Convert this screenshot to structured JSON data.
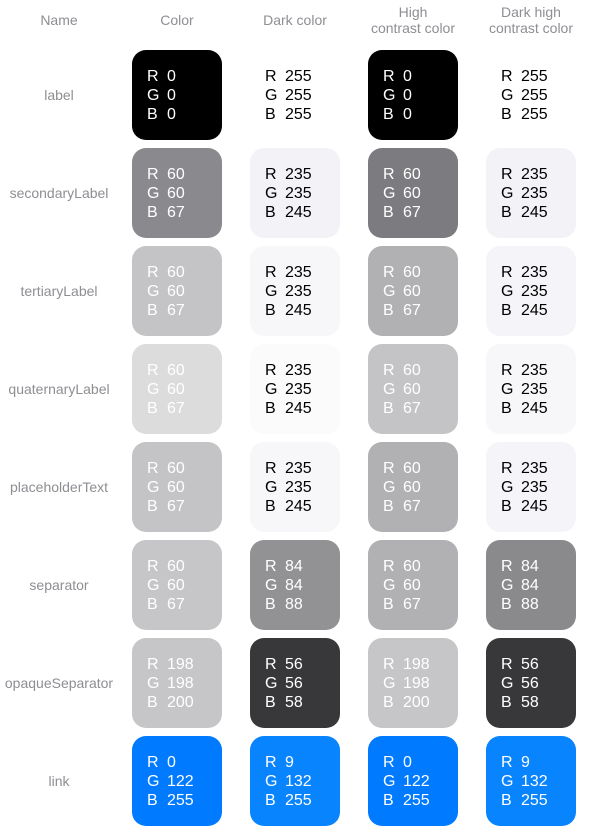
{
  "header": {
    "name": "Name",
    "color": "Color",
    "dark": "Dark color",
    "high_contrast": "High\ncontrast color",
    "dark_high_contrast": "Dark high\ncontrast color"
  },
  "channel_letters": [
    "R",
    "G",
    "B"
  ],
  "rows": [
    {
      "name": "label",
      "swatches": [
        {
          "rgb": [
            "0",
            "0",
            "0"
          ],
          "bg": "#000000",
          "fg": "#ffffff"
        },
        {
          "rgb": [
            "255",
            "255",
            "255"
          ],
          "bg": "#ffffff",
          "fg": "#000000"
        },
        {
          "rgb": [
            "0",
            "0",
            "0"
          ],
          "bg": "#000000",
          "fg": "#ffffff"
        },
        {
          "rgb": [
            "255",
            "255",
            "255"
          ],
          "bg": "#ffffff",
          "fg": "#000000"
        }
      ]
    },
    {
      "name": "secondaryLabel",
      "swatches": [
        {
          "rgb": [
            "60",
            "60",
            "67"
          ],
          "bg": "#8a8a8e",
          "fg": "#ffffff"
        },
        {
          "rgb": [
            "235",
            "235",
            "245"
          ],
          "bg": "#f2f2f7",
          "fg": "#000000"
        },
        {
          "rgb": [
            "60",
            "60",
            "67"
          ],
          "bg": "#7c7c80",
          "fg": "#ffffff"
        },
        {
          "rgb": [
            "235",
            "235",
            "245"
          ],
          "bg": "#f2f2f7",
          "fg": "#000000"
        }
      ]
    },
    {
      "name": "tertiaryLabel",
      "swatches": [
        {
          "rgb": [
            "60",
            "60",
            "67"
          ],
          "bg": "#c4c4c6",
          "fg": "#ffffff"
        },
        {
          "rgb": [
            "235",
            "235",
            "245"
          ],
          "bg": "#f7f7fa",
          "fg": "#000000"
        },
        {
          "rgb": [
            "60",
            "60",
            "67"
          ],
          "bg": "#b1b1b3",
          "fg": "#ffffff"
        },
        {
          "rgb": [
            "235",
            "235",
            "245"
          ],
          "bg": "#f5f5f9",
          "fg": "#000000"
        }
      ]
    },
    {
      "name": "quaternaryLabel",
      "swatches": [
        {
          "rgb": [
            "60",
            "60",
            "67"
          ],
          "bg": "#dcdcdd",
          "fg": "#ffffff"
        },
        {
          "rgb": [
            "235",
            "235",
            "245"
          ],
          "bg": "#fbfbfc",
          "fg": "#000000"
        },
        {
          "rgb": [
            "60",
            "60",
            "67"
          ],
          "bg": "#c4c4c6",
          "fg": "#ffffff"
        },
        {
          "rgb": [
            "235",
            "235",
            "245"
          ],
          "bg": "#f7f7fa",
          "fg": "#000000"
        }
      ]
    },
    {
      "name": "placeholderText",
      "swatches": [
        {
          "rgb": [
            "60",
            "60",
            "67"
          ],
          "bg": "#c4c4c6",
          "fg": "#ffffff"
        },
        {
          "rgb": [
            "235",
            "235",
            "245"
          ],
          "bg": "#f7f7fa",
          "fg": "#000000"
        },
        {
          "rgb": [
            "60",
            "60",
            "67"
          ],
          "bg": "#b1b1b3",
          "fg": "#ffffff"
        },
        {
          "rgb": [
            "235",
            "235",
            "245"
          ],
          "bg": "#f5f5f9",
          "fg": "#000000"
        }
      ]
    },
    {
      "name": "separator",
      "swatches": [
        {
          "rgb": [
            "60",
            "60",
            "67"
          ],
          "bg": "#c6c6c8",
          "fg": "#ffffff"
        },
        {
          "rgb": [
            "84",
            "84",
            "88"
          ],
          "bg": "#929295",
          "fg": "#ffffff"
        },
        {
          "rgb": [
            "60",
            "60",
            "67"
          ],
          "bg": "#b1b1b3",
          "fg": "#ffffff"
        },
        {
          "rgb": [
            "84",
            "84",
            "88"
          ],
          "bg": "#8a8a8d",
          "fg": "#ffffff"
        }
      ]
    },
    {
      "name": "opaqueSeparator",
      "swatches": [
        {
          "rgb": [
            "198",
            "198",
            "200"
          ],
          "bg": "#c6c6c8",
          "fg": "#ffffff"
        },
        {
          "rgb": [
            "56",
            "56",
            "58"
          ],
          "bg": "#38383a",
          "fg": "#ffffff"
        },
        {
          "rgb": [
            "198",
            "198",
            "200"
          ],
          "bg": "#c6c6c8",
          "fg": "#ffffff"
        },
        {
          "rgb": [
            "56",
            "56",
            "58"
          ],
          "bg": "#38383a",
          "fg": "#ffffff"
        }
      ]
    },
    {
      "name": "link",
      "swatches": [
        {
          "rgb": [
            "0",
            "122",
            "255"
          ],
          "bg": "#007aff",
          "fg": "#ffffff"
        },
        {
          "rgb": [
            "9",
            "132",
            "255"
          ],
          "bg": "#0984ff",
          "fg": "#ffffff"
        },
        {
          "rgb": [
            "0",
            "122",
            "255"
          ],
          "bg": "#007aff",
          "fg": "#ffffff"
        },
        {
          "rgb": [
            "9",
            "132",
            "255"
          ],
          "bg": "#0984ff",
          "fg": "#ffffff"
        }
      ]
    }
  ]
}
